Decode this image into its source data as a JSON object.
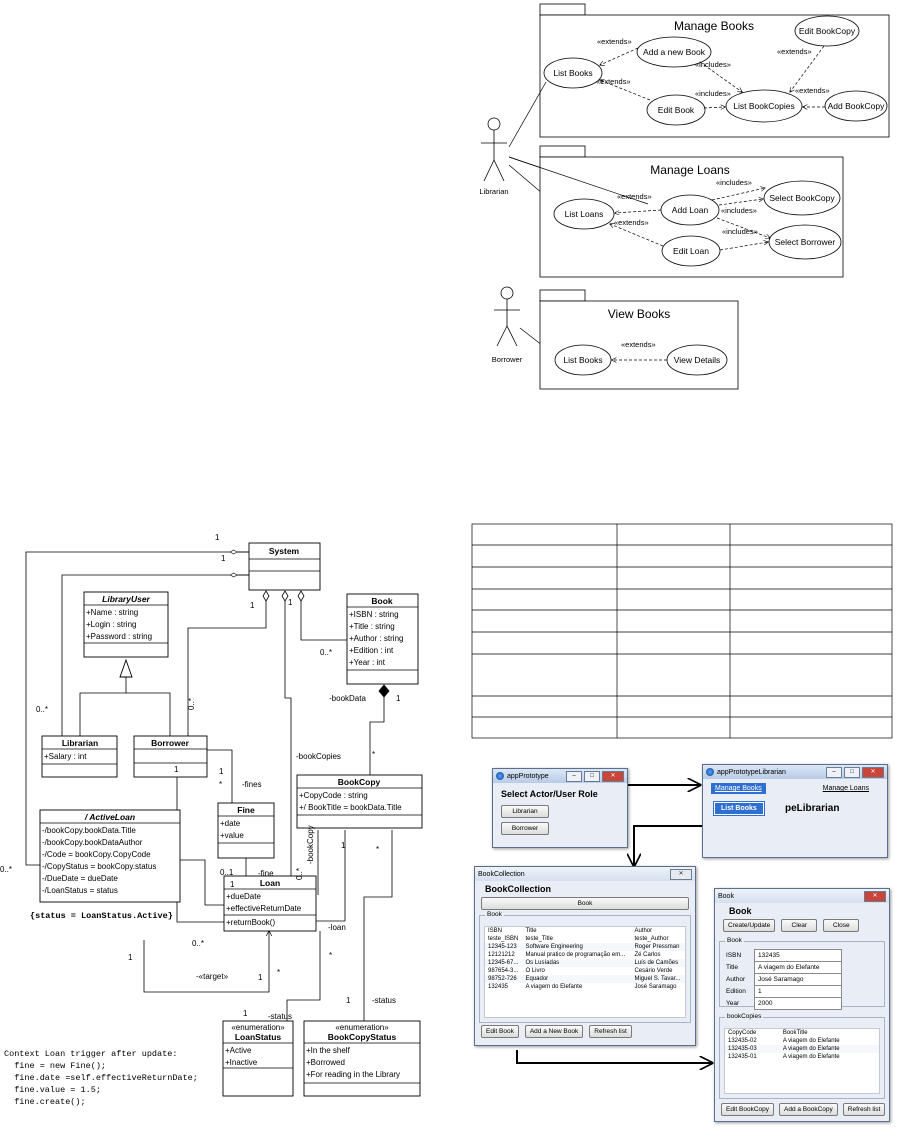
{
  "usecase": {
    "librarian": "Librarian",
    "borrower": "Borrower",
    "manage_books": "Manage Books",
    "manage_loans": "Manage Loans",
    "view_books": "View Books",
    "uc_list_books": "List Books",
    "uc_add_book": "Add a new Book",
    "uc_edit_bookcopy": "Edit BookCopy",
    "uc_edit_book": "Edit Book",
    "uc_list_bookcopies": "List BookCopies",
    "uc_add_bookcopy": "Add BookCopy",
    "uc_list_loans": "List Loans",
    "uc_add_loan": "Add Loan",
    "uc_edit_loan": "Edit Loan",
    "uc_select_bookcopy": "Select BookCopy",
    "uc_select_borrower": "Select Borrower",
    "uc_list_books2": "List Books",
    "uc_view_details": "View Details",
    "extends": "«extends»",
    "includes": "«includes»"
  },
  "classdiag": {
    "system": "System",
    "libraryuser": "LibraryUser",
    "libraryuser_attrs": [
      "+Name : string",
      "+Login : string",
      "+Password : string"
    ],
    "book": "Book",
    "book_attrs": [
      "+ISBN : string",
      "+Title : string",
      "+Author : string",
      "+Edition : int",
      "+Year : int"
    ],
    "librarian": "Librarian",
    "librarian_attrs": [
      "+Salary : int"
    ],
    "borrower": "Borrower",
    "bookcopy": "BookCopy",
    "bookcopy_attrs": [
      "+CopyCode : string",
      "+/ BookTitle = bookData.Title"
    ],
    "fine": "Fine",
    "fine_attrs": [
      "+date",
      "+value"
    ],
    "activeloan": "/ ActiveLoan",
    "activeloan_attrs": [
      "-/bookCopy.bookData.Title",
      "-/bookCopy.bookDataAuthor",
      "-/Code = bookCopy.CopyCode",
      "-/CopyStatus = bookCopy.status",
      "-/DueDate = dueDate",
      "-/LoanStatus = status"
    ],
    "activeloan_constraint": "{status = LoanStatus.Active}",
    "loan": "Loan",
    "loan_attrs": [
      "+dueDate",
      "+effectiveReturnDate"
    ],
    "loan_ops": [
      "+returnBook()"
    ],
    "loanstatus_stereo": "«enumeration»",
    "loanstatus": "LoanStatus",
    "loanstatus_vals": [
      "+Active",
      "+Inactive"
    ],
    "bookcopystatus_stereo": "«enumeration»",
    "bookcopystatus": "BookCopyStatus",
    "bookcopystatus_vals": [
      "+In the shelf",
      "+Borrowed",
      "+For reading in the Library"
    ],
    "labels": {
      "m1a": "1",
      "m1b": "1",
      "m1c": "1",
      "m1d": "1",
      "m0s_book": "0..*",
      "m0s_lib": "0..*",
      "m0s_bor": "0..*",
      "m_bookdata": "-bookData",
      "m_bd1": "1",
      "m_bookcopies": "-bookCopies",
      "m_bcstar": "*",
      "m_fines": "-fines",
      "m_f1": "1",
      "m_fstar": "*",
      "m_fine": "-fine",
      "m_01": "0..1",
      "m_l1": "1",
      "m_bc": "-bookCopy",
      "m_bc0": "0..*",
      "m_loan": "-loan",
      "m_lstar": "*",
      "m_target": "-«target»",
      "m_t1": "1",
      "m_t2": "1",
      "m_status": "-status",
      "m_s1": "1",
      "m_sstar": "*",
      "m_status2": "-status",
      "m_s2": "1",
      "m_al0": "0..*",
      "m_al1": "1",
      "m_lo0": "0..*",
      "m_bc1": "1",
      "m_bcs": "*"
    }
  },
  "ocl": [
    "Context Loan trigger after update:",
    "  fine = new Fine();",
    "  fine.date =self.effectiveReturnDate;",
    "  fine.value = 1.5;",
    "  fine.create();"
  ],
  "screens": {
    "app_title": "appPrototype",
    "select_role": "Select Actor/User Role",
    "btn_librarian": "Librarian",
    "btn_borrower": "Borrower",
    "lib_title": "appPrototypeLibrarian",
    "menu_manage_books": "Manage Books",
    "menu_manage_loans": "Manage Loans",
    "menu_list_books": "List Books",
    "lib_heading_partial": "peLibrarian",
    "bc_title": "BookCollection",
    "bc_heading": "BookCollection",
    "bc_book_btn": "Book",
    "bc_group": "Book",
    "bc_cols": [
      "ISBN",
      "Title",
      "Author"
    ],
    "bc_rows": [
      [
        "teste_ISBN",
        "teste_Title",
        "teste_Author"
      ],
      [
        "12345-123",
        "Software Engineering",
        "Roger Pressman"
      ],
      [
        "12121212",
        "Manual pratico de programação em...",
        "Zé Carlos"
      ],
      [
        "12345-67...",
        "Os Lusíadas",
        "Luís de Camões"
      ],
      [
        "987654-3...",
        "O Livro",
        "Cesário Verde"
      ],
      [
        "98752-726",
        "Equador",
        "Miguel S. Tavar..."
      ],
      [
        "132435",
        "A viagem do Elefante",
        "José Saramago"
      ]
    ],
    "bc_btn_edit": "Edit Book",
    "bc_btn_add": "Add a New Book",
    "bc_btn_refresh": "Refresh list",
    "bk_title": "Book",
    "bk_heading": "Book",
    "bk_btn_create": "Create/Update",
    "bk_btn_clear": "Clear",
    "bk_btn_close": "Close",
    "bk_group": "Book",
    "bk_fields": [
      {
        "label": "ISBN",
        "value": "132435"
      },
      {
        "label": "Title",
        "value": "A viagem do Elefante"
      },
      {
        "label": "Author",
        "value": "José Saramago"
      },
      {
        "label": "Edition",
        "value": "1"
      },
      {
        "label": "Year",
        "value": "2000"
      }
    ],
    "bk_copies_group": "bookCopies",
    "bk_copy_cols": [
      "CopyCode",
      "BookTitle"
    ],
    "bk_copy_rows": [
      [
        "132435-02",
        "A viagem do Elefante"
      ],
      [
        "132435-03",
        "A viagem do Elefante"
      ],
      [
        "132435-01",
        "A viagem do Elefante"
      ]
    ],
    "bk_btn_edit_copy": "Edit BookCopy",
    "bk_btn_add_copy": "Add a BookCopy",
    "bk_btn_refresh": "Refresh list"
  }
}
